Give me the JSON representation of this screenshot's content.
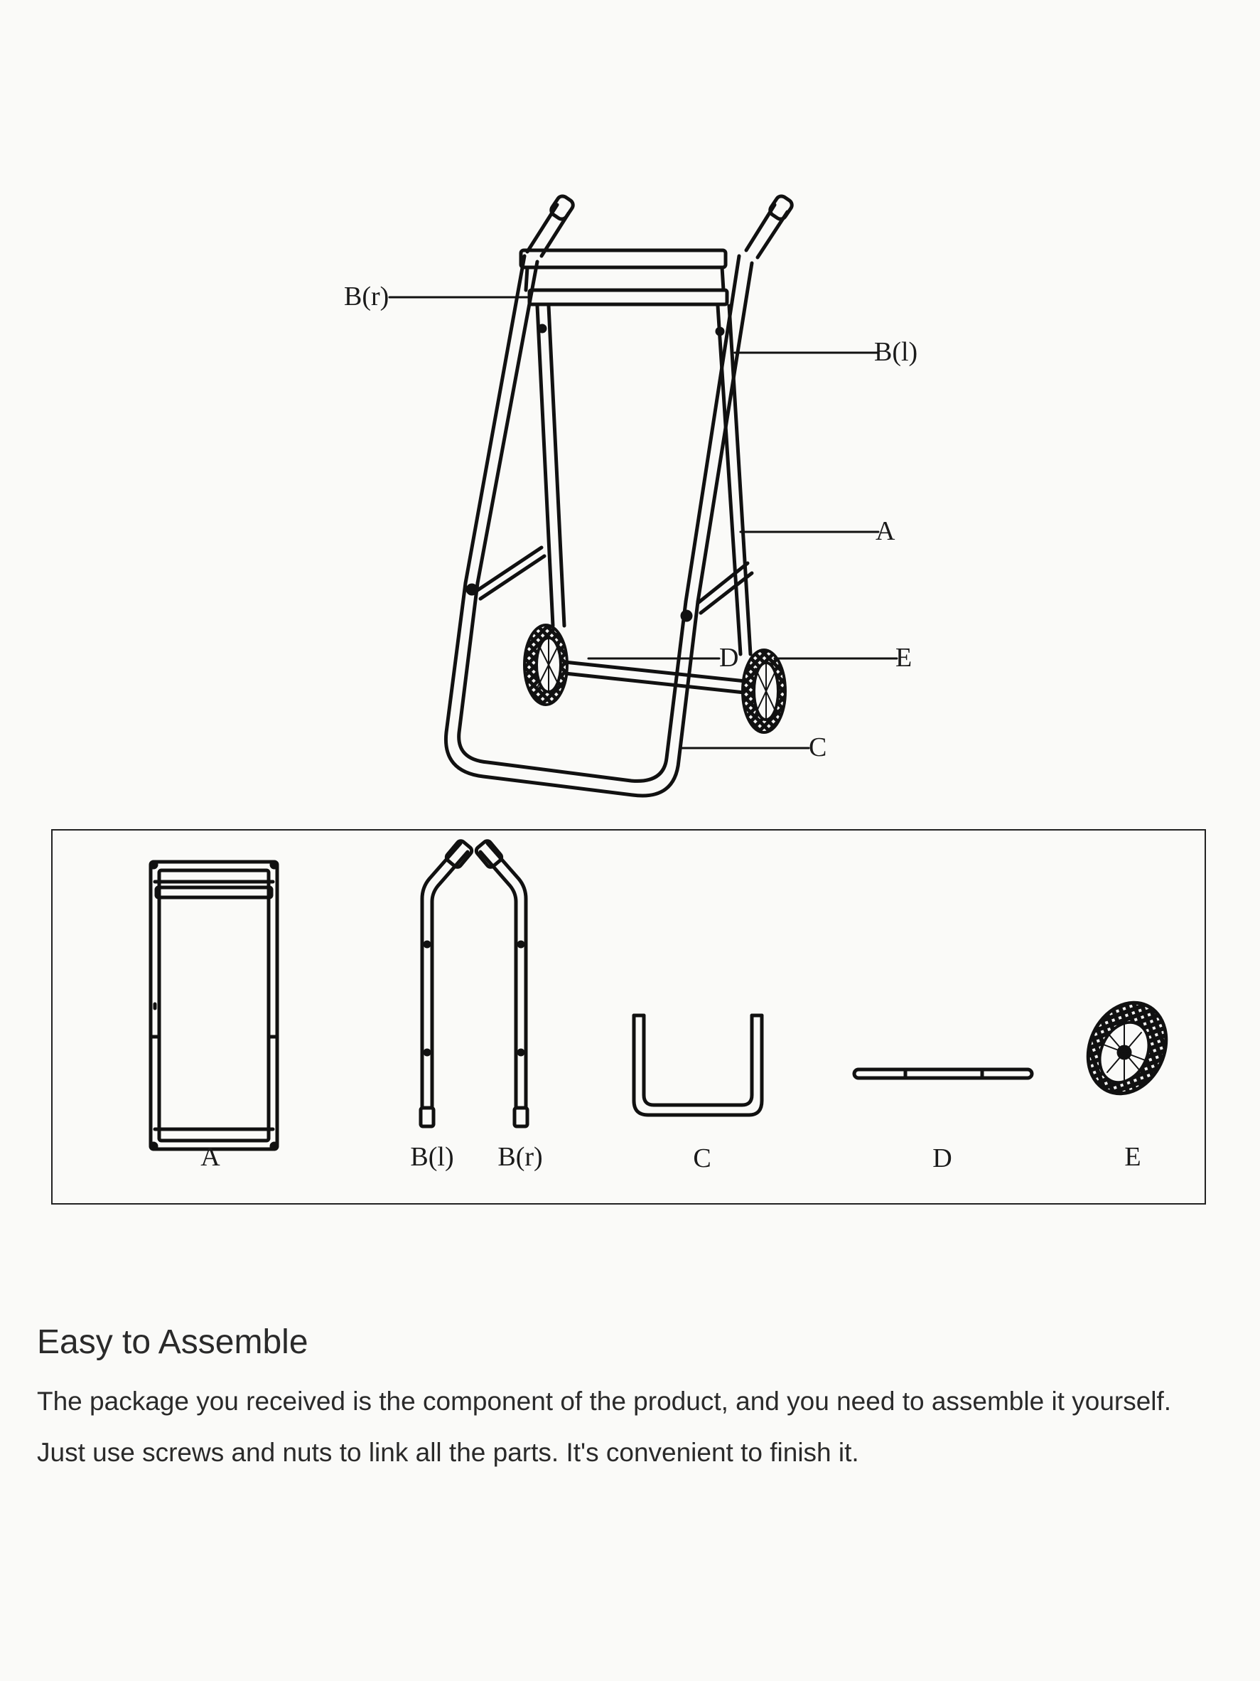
{
  "assembly": {
    "callouts": {
      "b_r": "B(r)",
      "b_l": "B(l)",
      "a": "A",
      "d": "D",
      "e": "E",
      "c": "C"
    }
  },
  "parts": [
    {
      "key": "a",
      "label": "A",
      "icon": "frame-a-icon"
    },
    {
      "key": "b_l",
      "label": "B(l)",
      "icon": "handle-left-icon"
    },
    {
      "key": "b_r",
      "label": "B(r)",
      "icon": "handle-right-icon"
    },
    {
      "key": "c",
      "label": "C",
      "icon": "u-base-icon"
    },
    {
      "key": "d",
      "label": "D",
      "icon": "axle-rod-icon"
    },
    {
      "key": "e",
      "label": "E",
      "icon": "wheel-icon"
    }
  ],
  "text": {
    "heading": "Easy to Assemble",
    "line1": "The package you received is the component of the product, and you need to assemble it yourself.",
    "line2": "Just use screws and nuts to link all the parts. It's convenient to finish it."
  }
}
